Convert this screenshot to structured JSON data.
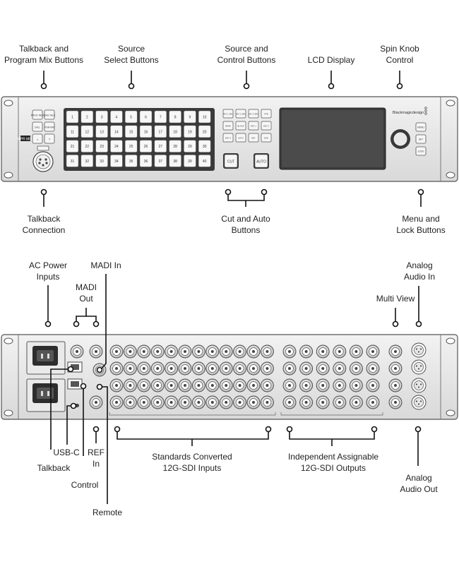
{
  "front_panel": {
    "callouts_top": {
      "talkback_mix": "Talkback and\nProgram Mix Buttons",
      "source_select": "Source\nSelect Buttons",
      "source_control": "Source and\nControl  Buttons",
      "lcd": "LCD Display",
      "spin_knob": "Spin Knob\nControl"
    },
    "callouts_bottom": {
      "talkback_conn": "Talkback\nConnection",
      "cut_auto": "Cut and Auto\nButtons",
      "menu_lock": "Menu and\nLock Buttons"
    },
    "panel": {
      "brand": "Blackmagicdesign",
      "model_badge": "MPR MINI",
      "left_buttons": [
        "PROG TALK",
        "ENG TALK",
        "CALL",
        "PGM MIX",
        "△",
        "▽"
      ],
      "source_buttons": [
        "1",
        "2",
        "3",
        "4",
        "5",
        "6",
        "7",
        "8",
        "9",
        "10",
        "11",
        "12",
        "13",
        "14",
        "15",
        "16",
        "17",
        "18",
        "19",
        "20",
        "21",
        "22",
        "23",
        "24",
        "25",
        "26",
        "27",
        "28",
        "29",
        "30",
        "31",
        "32",
        "33",
        "34",
        "35",
        "36",
        "37",
        "38",
        "39",
        "40"
      ],
      "control_buttons": [
        "KEY 1 SRC",
        "KEY 2 SRC",
        "KEY 3 SRC",
        "FTB",
        "BARS",
        "BLACK",
        "KEY 1",
        "KEY 2",
        "KEY 3",
        "AUTO",
        "KEY",
        "DVE"
      ],
      "cut_label": "CUT",
      "auto_label": "AUTO",
      "menu_buttons": [
        "MENU",
        "SET",
        "LOCK"
      ]
    }
  },
  "rear_panel": {
    "callouts_top": {
      "ac_power": "AC Power\nInputs",
      "madi_in": "MADI In",
      "madi_out": "MADI\nOut",
      "analog_in": "Analog\nAudio In",
      "multi_view": "Multi View"
    },
    "callouts_bottom": {
      "usbc": "USB-C",
      "ref_in": "REF\nIn",
      "talkback": "Talkback",
      "control": "Control",
      "remote": "Remote",
      "sdi_inputs": "Standards Converted\n12G-SDI Inputs",
      "sdi_outputs": "Independent Assignable\n12G-SDI Outputs",
      "analog_out": "Analog\nAudio Out"
    }
  }
}
